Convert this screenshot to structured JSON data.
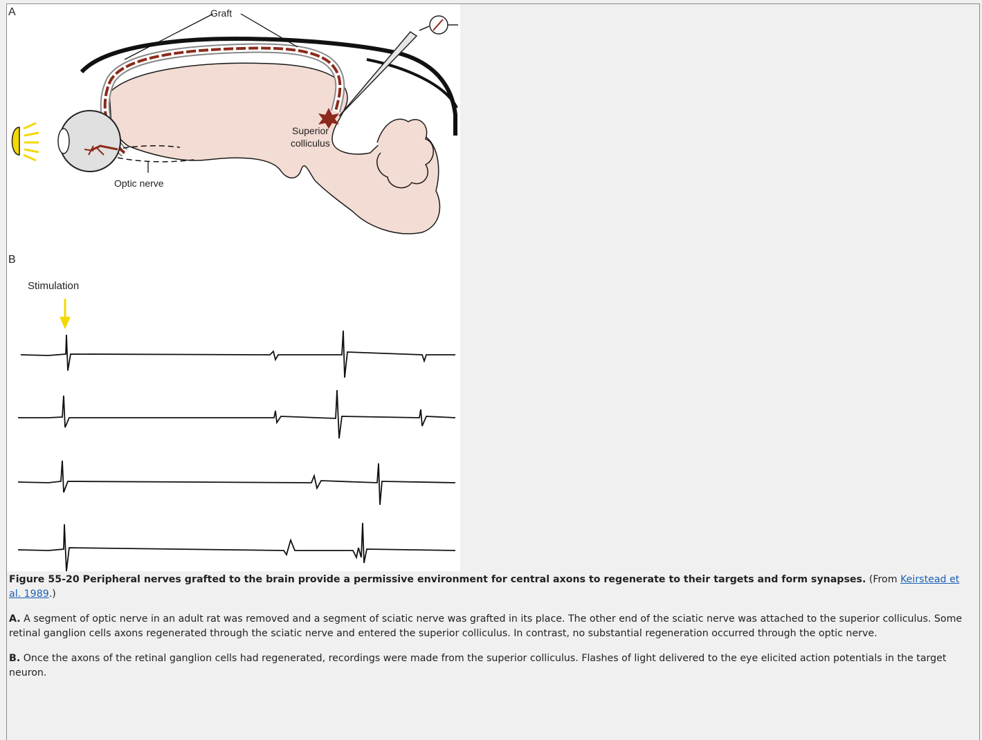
{
  "figure": {
    "panel_a": {
      "label": "A",
      "graft_label": "Graft",
      "superior_label_line1": "Superior",
      "superior_label_line2": "colliculus",
      "optic_nerve_label": "Optic nerve"
    },
    "panel_b": {
      "label": "B",
      "stimulation_label": "Stimulation",
      "trace_count": 4
    },
    "colors": {
      "brain": "#f3dcd3",
      "axon": "#8b2a1c",
      "light": "#f5d800",
      "trace": "#111111"
    }
  },
  "caption": {
    "title": "Figure 55-20 Peripheral nerves grafted to the brain provide a permissive environment for central axons to regenerate to their targets and form synapses.",
    "from_prefix": " (From ",
    "reference_link": "Keirstead et al. 1989",
    "from_suffix": ".)",
    "a_label": "A.",
    "a_text": " A segment of optic nerve in an adult rat was removed and a segment of sciatic nerve was grafted in its place. The other end of the sciatic nerve was attached to the superior colliculus. Some retinal ganglion cells axons regenerated through the sciatic nerve and entered the superior colliculus. In contrast, no substantial regeneration occurred through the optic nerve.",
    "b_label": "B.",
    "b_text": " Once the axons of the retinal ganglion cells had regenerated, recordings were made from the superior colliculus. Flashes of light delivered to the eye elicited action potentials in the target neuron."
  }
}
